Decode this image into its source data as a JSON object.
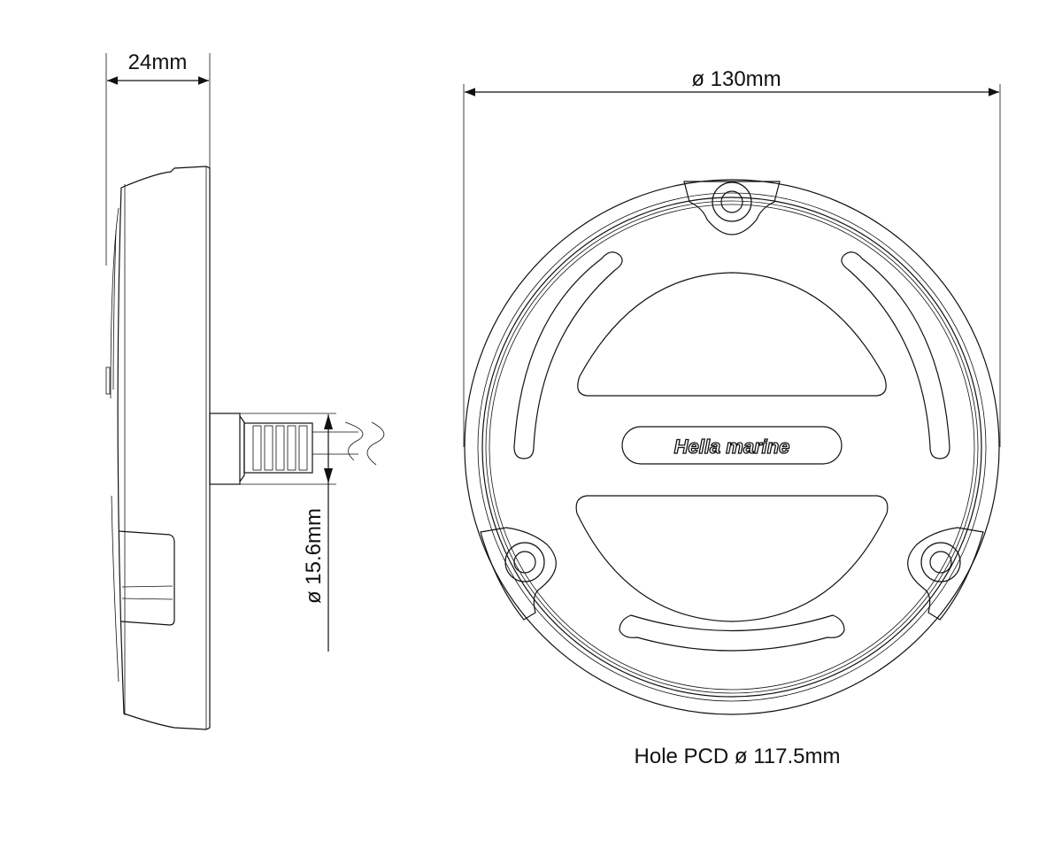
{
  "dimensions": {
    "depth": "24mm",
    "diameter": "ø 130mm",
    "cable_diameter": "ø 15.6mm",
    "hole_pcd": "Hole PCD ø 117.5mm"
  },
  "logo": {
    "text": "Hella marine"
  },
  "colors": {
    "line": "#111111",
    "background": "#ffffff"
  }
}
